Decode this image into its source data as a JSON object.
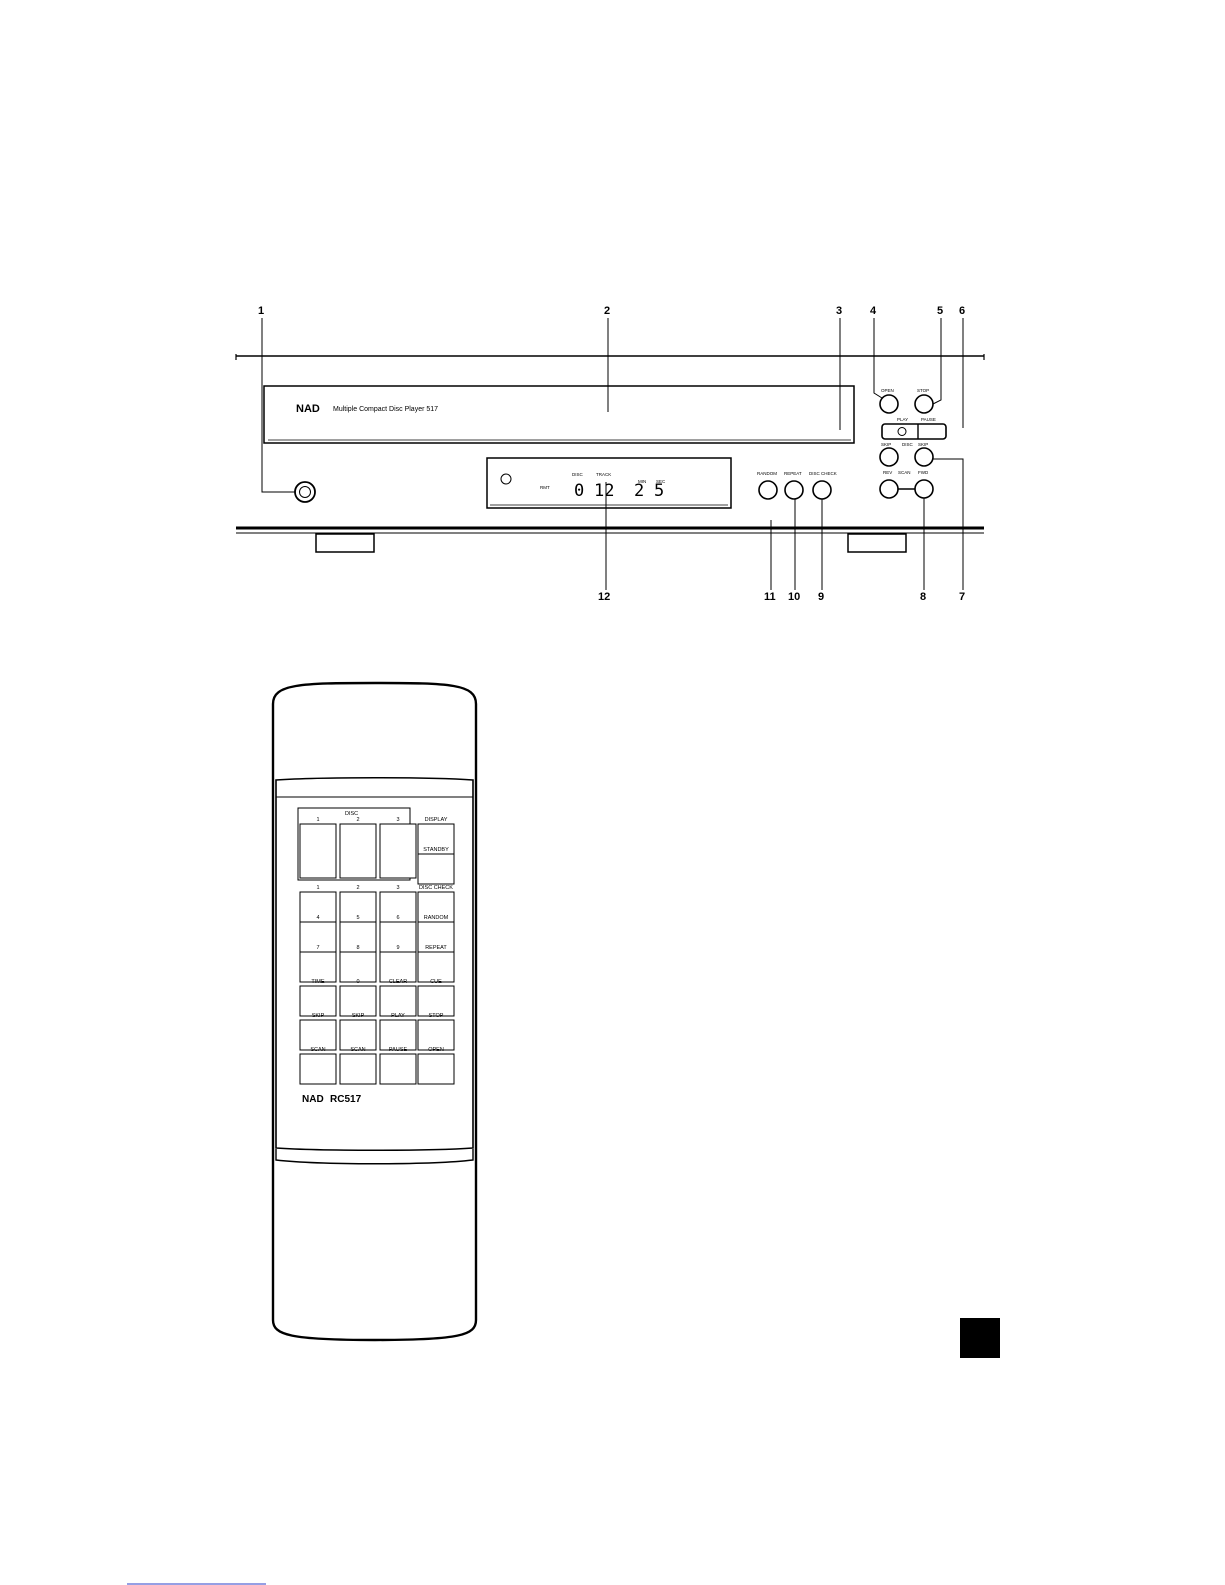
{
  "player": {
    "brand": "NAD",
    "model": "Multiple Compact Disc Player 517",
    "callouts": [
      "1",
      "2",
      "3",
      "4",
      "5",
      "6",
      "7",
      "8",
      "9",
      "10",
      "11",
      "12"
    ],
    "display": {
      "disc_label": "DISC",
      "track_label": "TRACK",
      "lcd_left": "0",
      "lcd_track": "12",
      "lcd_min": "2",
      "lcd_sec": "5",
      "rmt_label": "RMT",
      "min_label": "MIN",
      "sec_label": "SEC"
    },
    "controls": {
      "open": "OPEN",
      "stop": "STOP",
      "play": "PLAY",
      "pause": "PAUSE",
      "skip_left": "SKIP",
      "disc_label": "DISC",
      "skip_right": "SKIP",
      "rev": "REV",
      "scan": "SCAN",
      "fwd": "FWD",
      "random": "RANDOM",
      "repeat": "REPEAT",
      "disc_check": "DISC CHECK"
    }
  },
  "remote": {
    "brand": "NAD",
    "model": "RC517",
    "disc_group": "DISC",
    "disc_keys": [
      "1",
      "2",
      "3"
    ],
    "side_keys": [
      "DISPLAY",
      "STANDBY"
    ],
    "number_row1": [
      "1",
      "2",
      "3"
    ],
    "number_row2": [
      "4",
      "5",
      "6"
    ],
    "number_row3": [
      "7",
      "8",
      "9"
    ],
    "side_row": [
      "DISC CHECK",
      "RANDOM",
      "REPEAT"
    ],
    "func_row": [
      "TIME",
      "0",
      "CLEAR",
      "CUE"
    ],
    "skip_row": [
      "SKIP",
      "SKIP",
      "PLAY",
      "STOP"
    ],
    "scan_row": [
      "SCAN",
      "SCAN",
      "PAUSE",
      "OPEN"
    ]
  }
}
